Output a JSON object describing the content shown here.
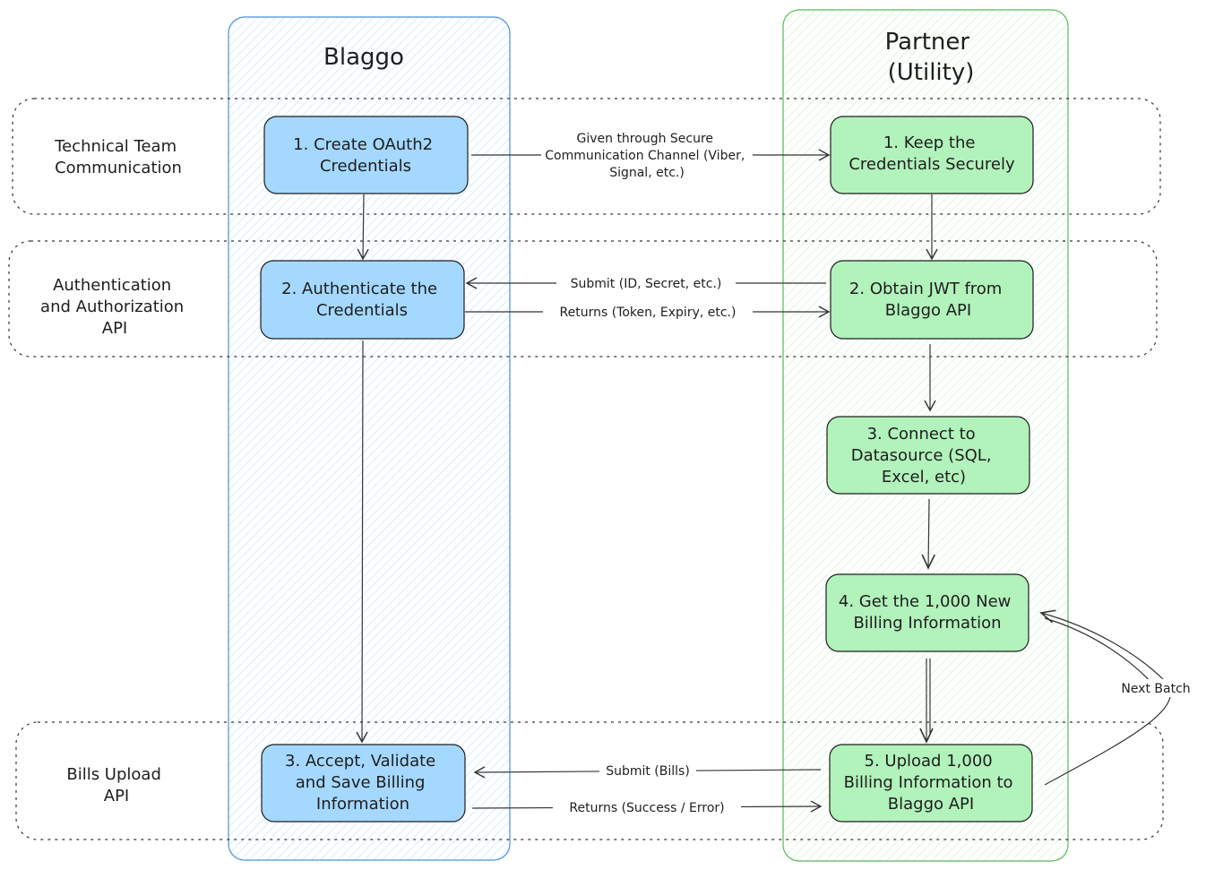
{
  "lanes": {
    "blaggo": {
      "title": "Blaggo"
    },
    "partner": {
      "title_line1": "Partner",
      "title_line2": "(Utility)"
    }
  },
  "rows": {
    "technical": {
      "line1": "Technical Team",
      "line2": "Communication"
    },
    "auth": {
      "line1": "Authentication",
      "line2": "and Authorization",
      "line3": "API"
    },
    "bills": {
      "line1": "Bills Upload",
      "line2": "API"
    }
  },
  "nodes": {
    "b1": {
      "line1": "1. Create OAuth2",
      "line2": "Credentials"
    },
    "b2": {
      "line1": "2. Authenticate the",
      "line2": "Credentials"
    },
    "b3": {
      "line1": "3. Accept, Validate",
      "line2": "and Save Billing",
      "line3": "Information"
    },
    "p1": {
      "line1": "1. Keep the",
      "line2": "Credentials Securely"
    },
    "p2": {
      "line1": "2. Obtain JWT from",
      "line2": "Blaggo API"
    },
    "p3": {
      "line1": "3. Connect to",
      "line2": "Datasource (SQL,",
      "line3": "Excel, etc)"
    },
    "p4": {
      "line1": "4. Get the 1,000 New",
      "line2": "Billing Information"
    },
    "p5": {
      "line1": "5. Upload 1,000",
      "line2": "Billing Information to",
      "line3": "Blaggo API"
    }
  },
  "edges": {
    "given": {
      "line1": "Given through Secure",
      "line2": "Communication Channel (Viber,",
      "line3": "Signal, etc.)"
    },
    "submit_auth": {
      "label": "Submit (ID, Secret, etc.)"
    },
    "returns_auth": {
      "label": "Returns (Token, Expiry, etc.)"
    },
    "submit_bills": {
      "label": "Submit (Bills)"
    },
    "returns_bills": {
      "label": "Returns (Success / Error)"
    },
    "next_batch": {
      "label": "Next Batch"
    }
  },
  "colors": {
    "blaggo_lane_stroke": "#4a90d9",
    "blaggo_lane_hatch": "#a5d8ff",
    "blaggo_box_fill": "#a5d8ff",
    "partner_lane_stroke": "#5cb85c",
    "partner_lane_hatch": "#b2f2bb",
    "partner_box_fill": "#b2f2bb",
    "stroke": "#1e1e1e",
    "edge": "#343434"
  }
}
